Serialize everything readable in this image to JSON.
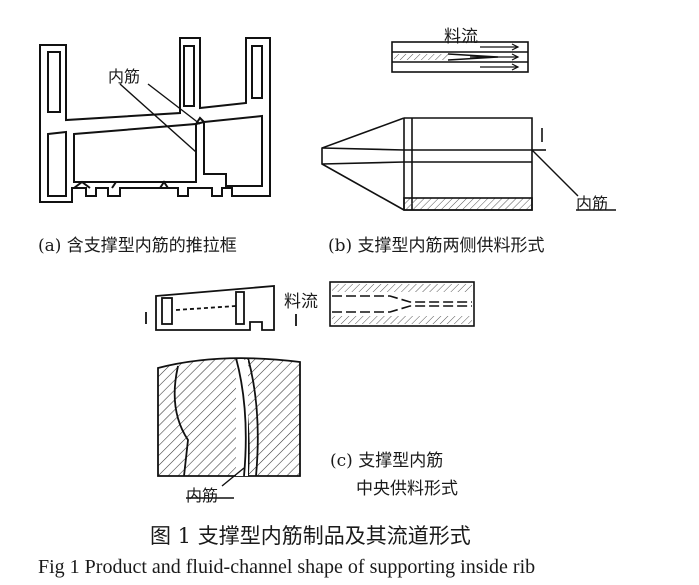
{
  "panel_a": {
    "rib_label": "内筋",
    "caption": "(a)  含支撑型内筋的推拉框"
  },
  "panel_b": {
    "flow_label": "料流",
    "rib_label": "内筋",
    "caption": "(b)  支撑型内筋两侧供料形式"
  },
  "panel_c": {
    "flow_label": "料流",
    "rib_label": "内筋",
    "caption_line1": "(c)  支撑型内筋",
    "caption_line2": "中央供料形式"
  },
  "figure": {
    "caption_cn": "图 1    支撑型内筋制品及其流道形式",
    "caption_en": "Fig 1  Product and fluid-channel shape of supporting inside rib"
  }
}
